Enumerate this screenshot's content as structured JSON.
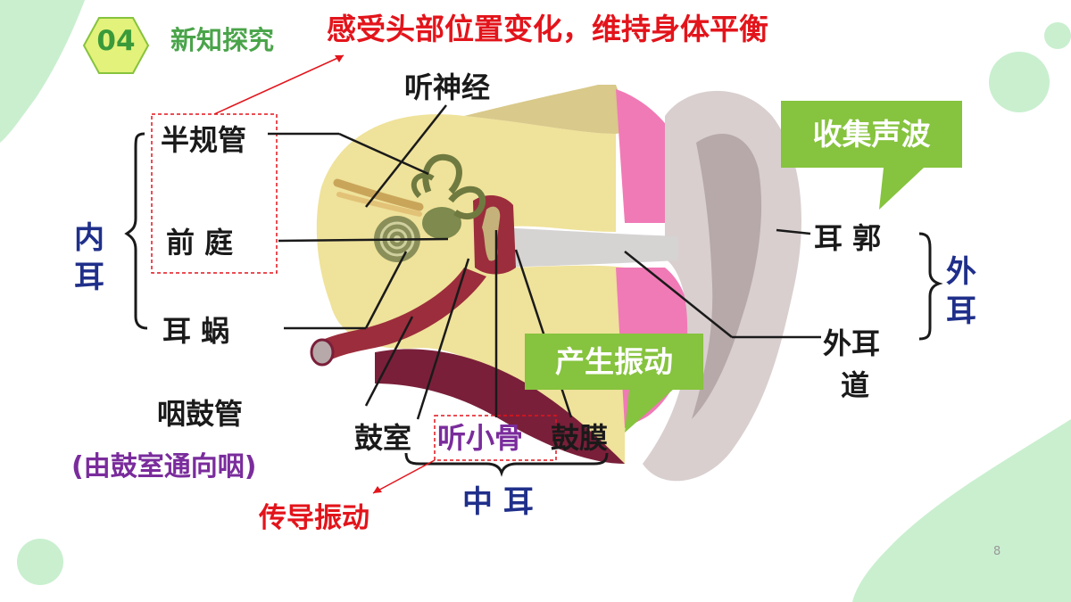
{
  "header": {
    "badge_number": "04",
    "section_title": "新知探究",
    "subtitle": "感受头部位置变化，维持身体平衡"
  },
  "labels": {
    "auditory_nerve": "听神经",
    "semicircular_canals": "半规管",
    "vestibule": "前 庭",
    "cochlea": "耳 蜗",
    "inner_ear": "内\n耳",
    "eustachian_tube": "咽鼓管",
    "eustachian_note": "(由鼓室通向咽)",
    "tympanic_cavity": "鼓室",
    "ossicles": "听小骨",
    "eardrum": "鼓膜",
    "middle_ear": "中 耳",
    "conduct_vibration": "传导振动",
    "pinna": "耳 郭",
    "ear_canal_line1": "外耳",
    "ear_canal_line2": "道",
    "outer_ear": "外\n耳"
  },
  "callouts": {
    "collect_sound": "收集声波",
    "produce_vibration": "产生振动"
  },
  "footer": {
    "page_number": "8"
  },
  "colors": {
    "accent_green": "#86c33e",
    "red": "#e3141b",
    "navy": "#1f2f8a",
    "purple": "#7a2c9c",
    "badge_fill": "#e3f27a"
  }
}
